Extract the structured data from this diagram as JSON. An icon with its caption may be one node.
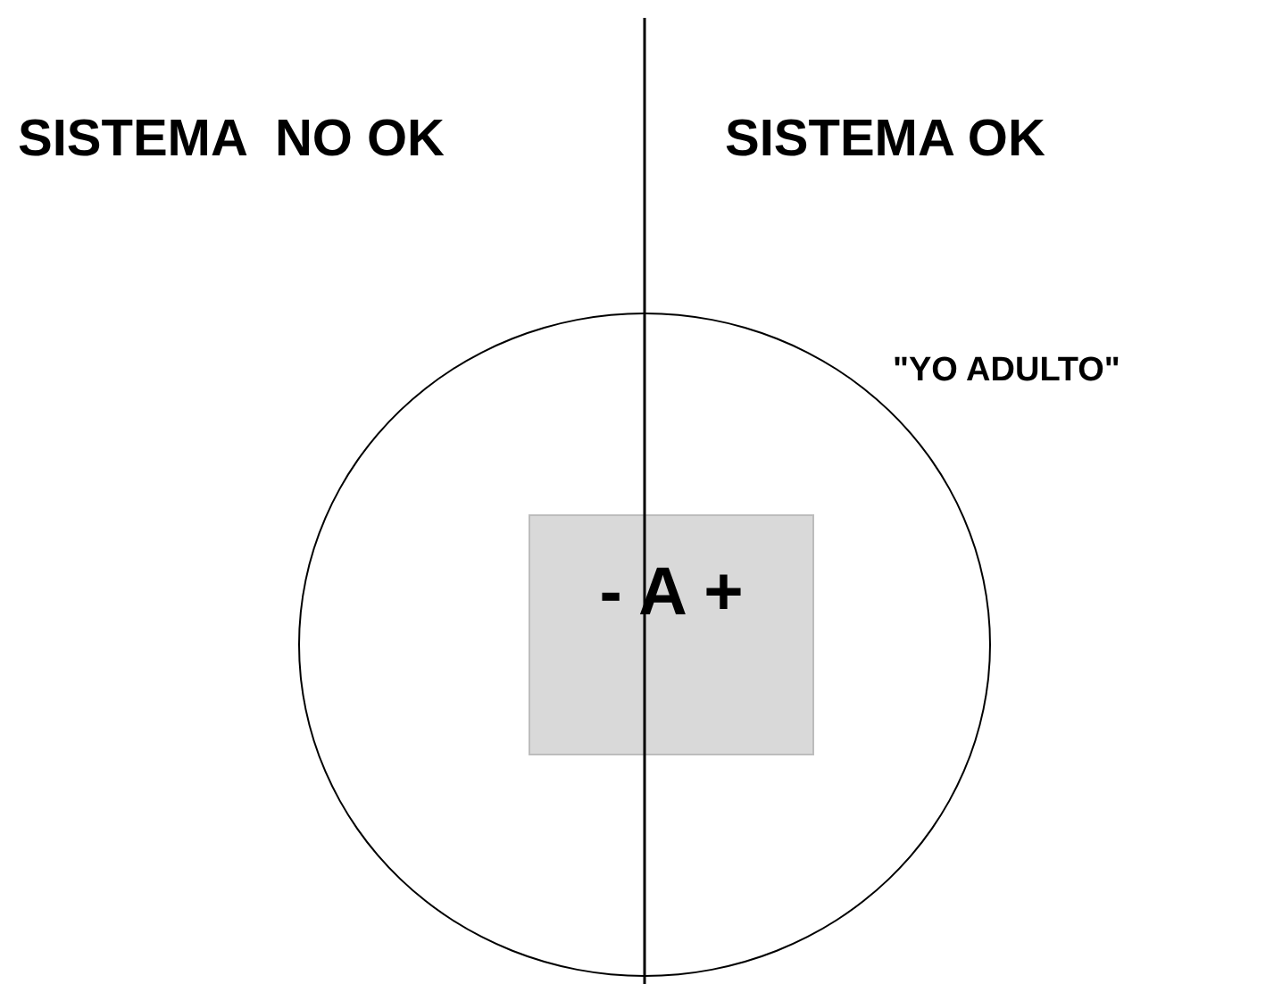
{
  "diagram": {
    "nodes": [
      {
        "text": [],
        "shape": "circle",
        "beside": [
          "\"YO ADULTO\""
        ]
      },
      {
        "text": [
          "- A +"
        ],
        "in": 0
      }
    ],
    "labels": [
      "SISTEMA  NO OK",
      "SISTEMA OK"
    ]
  }
}
